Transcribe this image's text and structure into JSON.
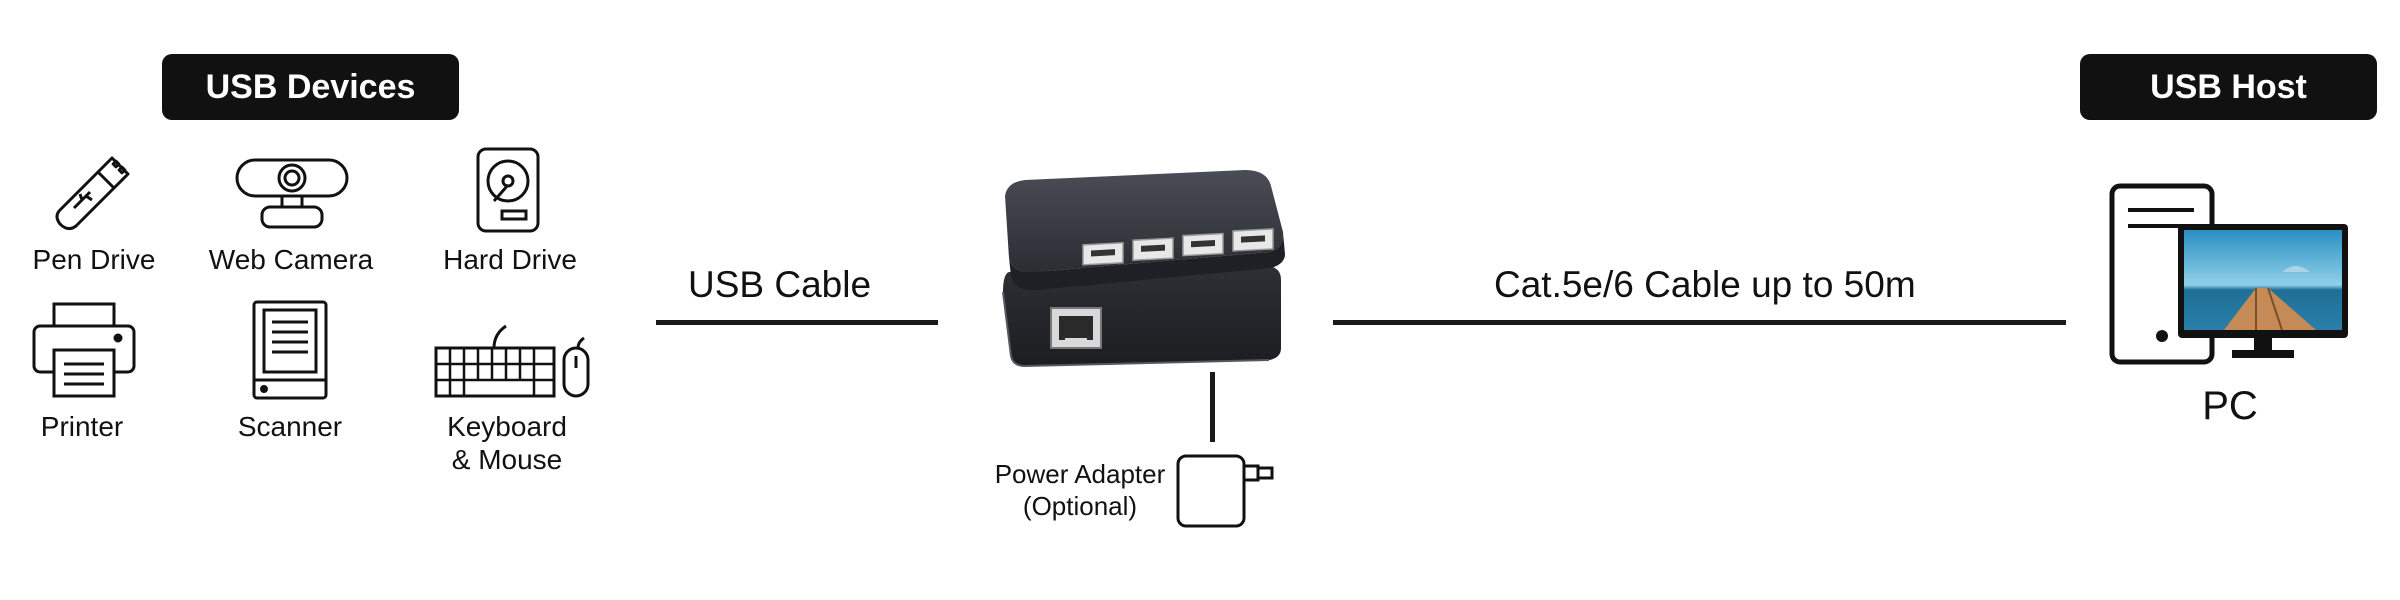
{
  "left_panel": {
    "title": "USB Devices",
    "devices": [
      {
        "label": "Pen Drive",
        "icon": "usb-pen-drive-icon"
      },
      {
        "label": "Web Camera",
        "icon": "webcam-icon"
      },
      {
        "label": "Hard Drive",
        "icon": "hard-drive-icon"
      },
      {
        "label": "Printer",
        "icon": "printer-icon"
      },
      {
        "label": "Scanner",
        "icon": "scanner-icon"
      },
      {
        "label_line1": "Keyboard",
        "label_line2": "& Mouse",
        "icon": "keyboard-mouse-icon"
      }
    ]
  },
  "usb_cable": {
    "label": "USB Cable"
  },
  "extender": {
    "device": "usb-extender-hub-image",
    "power_label_line1": "Power Adapter",
    "power_label_line2": "(Optional)"
  },
  "cat_cable": {
    "label": "Cat.5e/6 Cable up to 50m"
  },
  "right_panel": {
    "title": "USB Host",
    "pc_label": "PC",
    "icon": "pc-tower-monitor-icon"
  },
  "colors": {
    "pill_bg": "#111111",
    "pill_text": "#ffffff",
    "line": "#1a1a1a",
    "device_body": "#3a3d44"
  }
}
